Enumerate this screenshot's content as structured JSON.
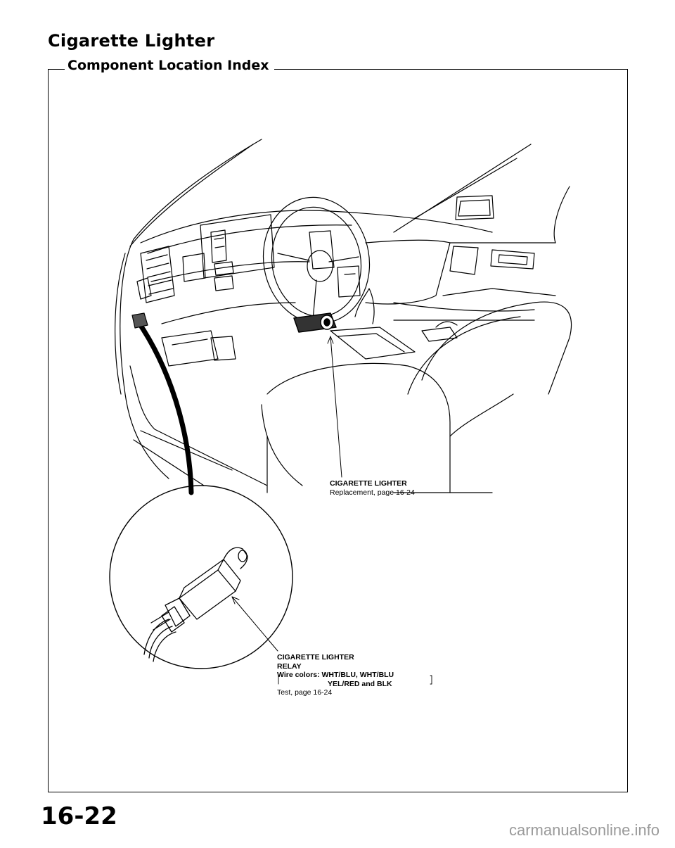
{
  "page": {
    "title": "Cigarette Lighter",
    "section": "Component Location Index",
    "page_number": "16-22"
  },
  "callouts": {
    "lighter": {
      "name": "CIGARETTE LIGHTER",
      "ref": "Replacement, page 16-24"
    },
    "relay": {
      "name_line1": "CIGARETTE LIGHTER",
      "name_line2": "RELAY",
      "wire_line1": "Wire colors: WHT/BLU, WHT/BLU",
      "wire_line2": "YEL/RED and BLK",
      "ref": "Test, page 16-24"
    }
  },
  "watermark": "carmanualsonline.info",
  "colors": {
    "ink": "#000000",
    "paper": "#ffffff",
    "watermark": "#9a9a9a"
  }
}
